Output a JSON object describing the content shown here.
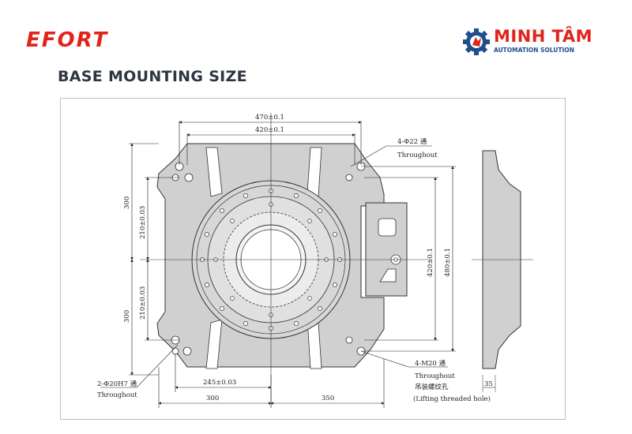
{
  "brand": {
    "left_logo": "EFORT",
    "right_logo_name": "MINH TÂM",
    "right_logo_tagline": "AUTOMATION SOLUTION"
  },
  "page": {
    "title": "BASE MOUNTING SIZE"
  },
  "dimensions": {
    "top_outer": "470±0.1",
    "top_inner": "420±0.1",
    "left_upper_total": "300",
    "left_upper_half": "210±0.03",
    "left_lower_half": "210±0.03",
    "left_lower_total": "300",
    "right_inner": "420±0.1",
    "right_outer": "480±0.1",
    "bottom_mid": "245±0.03",
    "bottom_left": "300",
    "bottom_right": "350",
    "side_thickness": "35"
  },
  "notes": {
    "holes_top_right": "4-Φ22 通",
    "holes_top_right_en": "Throughout",
    "holes_bottom_left": "2-Φ20H7 通",
    "holes_bottom_left_en": "Throughout",
    "holes_bottom_right": "4-M20 通",
    "holes_bottom_right_en": "Throughout",
    "holes_bottom_right_cn": "吊装螺纹孔",
    "holes_bottom_right_desc": "(Lifting threaded hole)"
  },
  "colors": {
    "brand_red": "#e2231a",
    "brand_blue": "#1f4e8c",
    "title": "#2e3540",
    "part_fill": "#d0d0d0"
  }
}
